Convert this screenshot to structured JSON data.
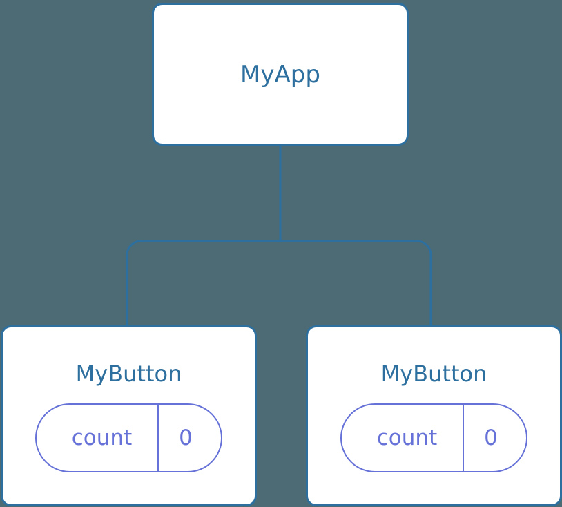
{
  "diagram": {
    "type": "component-tree",
    "background_color": "#4c6b75",
    "node_fill_color": "#ffffff",
    "node_border_color": "#2d6f9e",
    "node_label_color": "#2d6f9e",
    "edge_color": "#2d6f9e",
    "state_badge_color": "#6672d8"
  },
  "nodes": {
    "root": {
      "label": "MyApp"
    },
    "children": [
      {
        "label": "MyButton",
        "state": {
          "key": "count",
          "value": "0"
        }
      },
      {
        "label": "MyButton",
        "state": {
          "key": "count",
          "value": "0"
        }
      }
    ]
  },
  "edges": [
    {
      "from": "MyApp",
      "to": "MyButton"
    },
    {
      "from": "MyApp",
      "to": "MyButton"
    }
  ]
}
